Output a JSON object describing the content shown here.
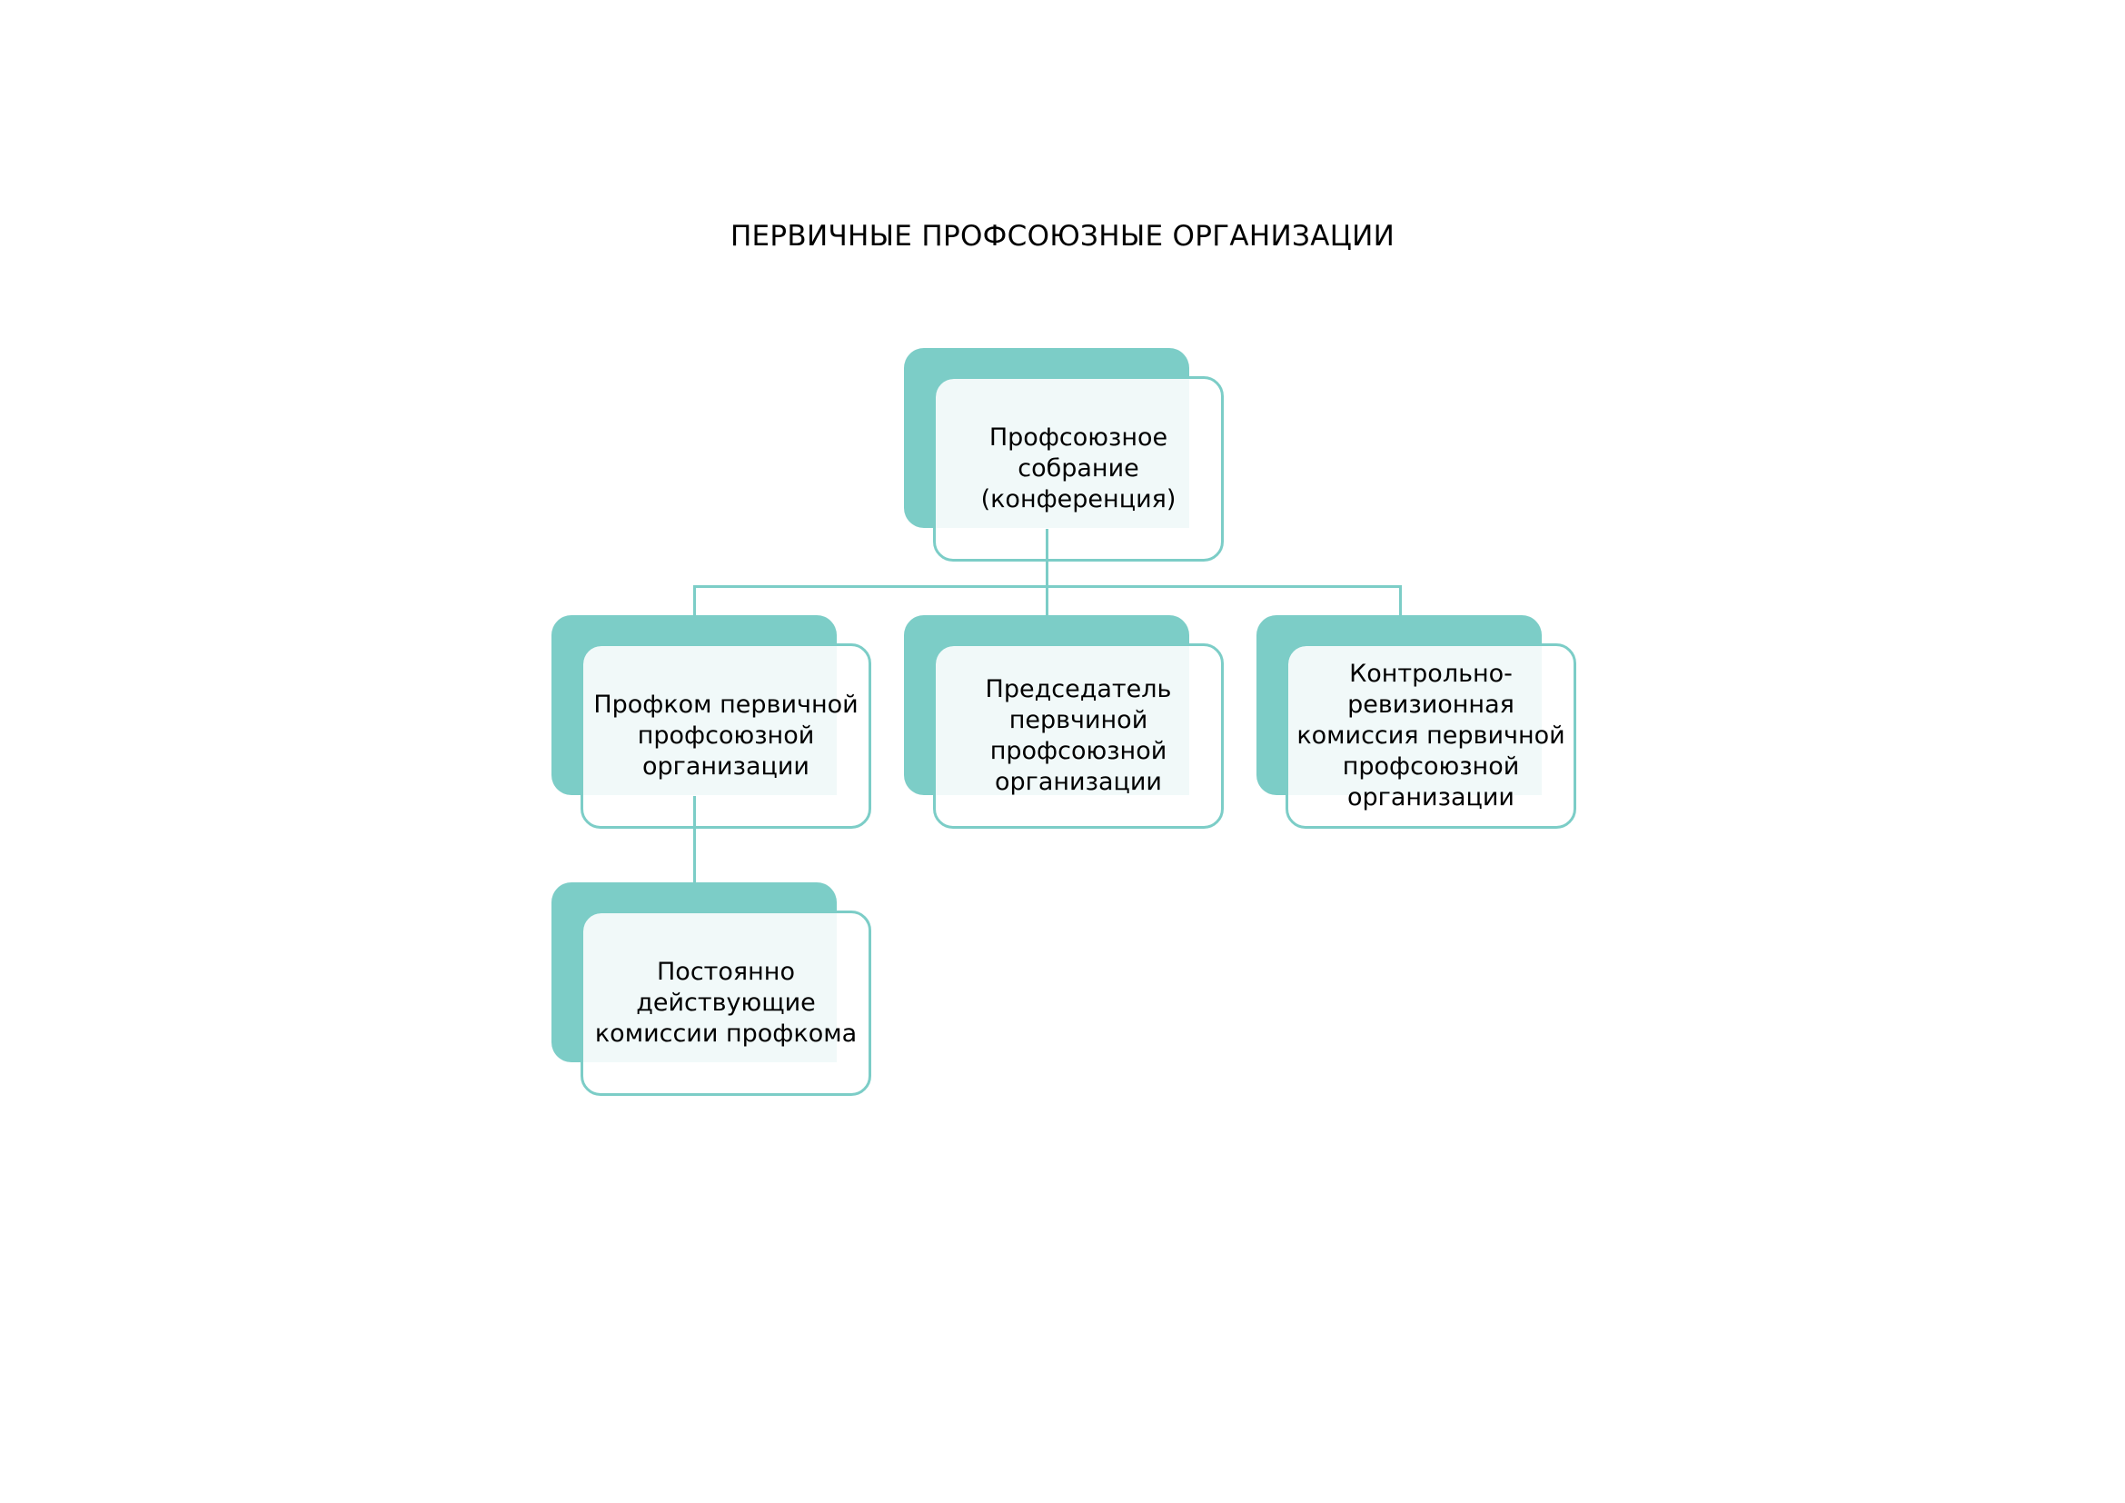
{
  "title": "ПЕРВИЧНЫЕ ПРОФСОЮЗНЫЕ ОРГАНИЗАЦИИ",
  "nodes": {
    "root": "Профсоюзное собрание (конференция)",
    "profkom": "Профком первичной профсоюзной организации",
    "chairman": "Председатель первчиной профсоюзной организации",
    "audit": "Контрольно-ревизионная комиссия первичной профсоюзной организации",
    "commissions": "Постоянно действующие комиссии профкома"
  },
  "colors": {
    "accent": "#7ccdc7",
    "fill": "#f1f9f9"
  }
}
